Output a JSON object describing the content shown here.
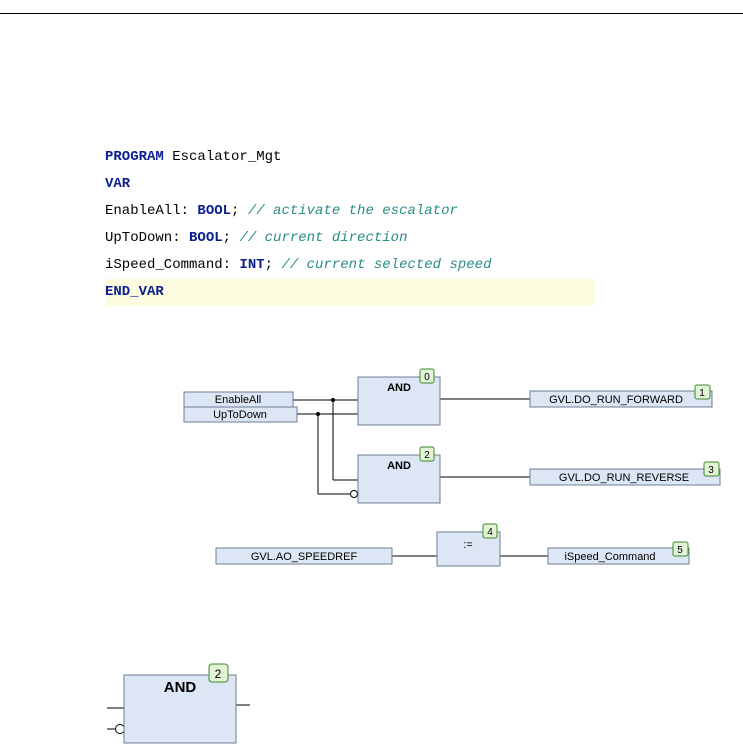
{
  "code": {
    "line1": {
      "kw": "PROGRAM",
      "rest": " Escalator_Mgt"
    },
    "line2": {
      "kw": "VAR"
    },
    "line3": {
      "name": "EnableAll: ",
      "type": "BOOL",
      "semi": "; ",
      "comment": "// activate the escalator"
    },
    "line4": {
      "name": "UpToDown: ",
      "type": "BOOL",
      "semi": "; ",
      "comment": "// current direction"
    },
    "line5": {
      "name": "iSpeed_Command: ",
      "type": "INT",
      "semi": "; ",
      "comment": "// current selected speed"
    },
    "line6": {
      "kw": "END_VAR"
    }
  },
  "diagram": {
    "inputs": {
      "enable_all": "EnableAll",
      "up_to_down": "UpToDown",
      "speedref": "GVL.AO_SPEEDREF"
    },
    "blocks": {
      "and1": {
        "label": "AND",
        "index": "0"
      },
      "and2": {
        "label": "AND",
        "index": "2"
      },
      "assign": {
        "label": ":=",
        "index": "4"
      }
    },
    "outputs": {
      "forward": {
        "label": "GVL.DO_RUN_FORWARD",
        "index": "1"
      },
      "reverse": {
        "label": "GVL.DO_RUN_REVERSE",
        "index": "3"
      },
      "speed": {
        "label": "iSpeed_Command",
        "index": "5"
      }
    }
  },
  "detail": {
    "label": "AND",
    "index": "2"
  },
  "colors": {
    "block_fill": "#dce6f4",
    "block_border": "#6e7e96",
    "index_badge_fill": "#e2f3d6",
    "index_badge_border": "#3a8a2a",
    "keyword": "#0a1f8f",
    "comment": "#2a8c86",
    "highlight": "#fdfbe0"
  }
}
